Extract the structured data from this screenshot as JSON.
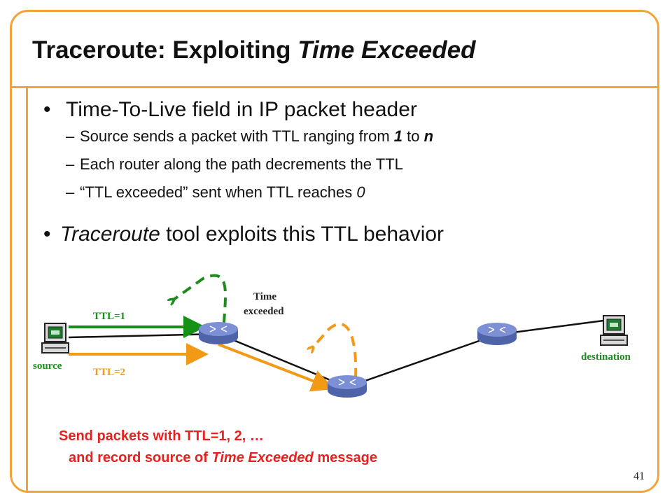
{
  "slide": {
    "title_prefix": "Traceroute: Exploiting ",
    "title_emph": "Time Exceeded",
    "bullets": [
      {
        "text": "Time-To-Live field in IP packet header"
      },
      {
        "emph": "Traceroute",
        "rest": " tool exploits this TTL behavior"
      }
    ],
    "subbullets": [
      {
        "before": "Source sends a packet with TTL ranging from ",
        "a": "1",
        "mid": " to ",
        "b": "n"
      },
      {
        "text": "Each router along the path decrements the TTL"
      },
      {
        "before": "“TTL exceeded”  sent when TTL reaches ",
        "a": "0"
      }
    ],
    "dash": "–",
    "dot": "•",
    "page_number": "41"
  },
  "diagram": {
    "time_exceeded_label_1": "Time",
    "time_exceeded_label_2": "exceeded",
    "ttl1_label": "TTL=1",
    "ttl2_label": "TTL=2",
    "source_label": "source",
    "destination_label": "destination",
    "colors": {
      "ttl1": "#159115",
      "ttl2": "#f29a16",
      "dashed": "#1f8b1f",
      "dashed2": "#f29a16",
      "router": "#6a7fc7",
      "link": "#111111"
    }
  },
  "caption": {
    "line1": "Send packets with TTL=1, 2, …",
    "line2_before": "and record source of ",
    "line2_emph": "Time Exceeded",
    "line2_after": " message"
  }
}
